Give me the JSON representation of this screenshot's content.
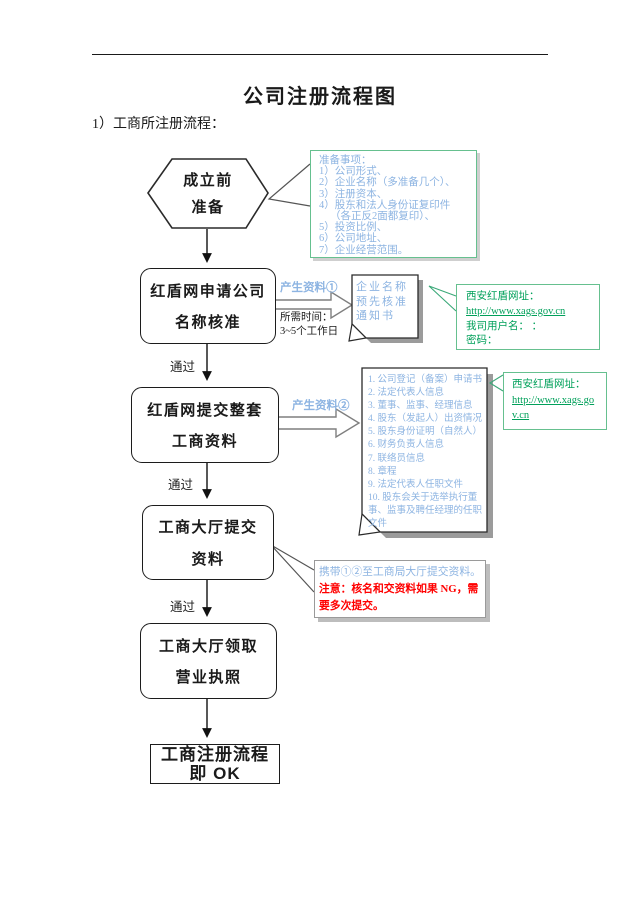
{
  "page": {
    "title": "公司注册流程图",
    "subtitle": "1）工商所注册流程："
  },
  "flow": {
    "prepare": {
      "line1": "成立前",
      "line2": "准备"
    },
    "name_check": {
      "line1": "红盾网申请公司",
      "line2": "名称核准"
    },
    "submit_online": {
      "line1": "红盾网提交整套",
      "line2": "工商资料"
    },
    "hall_submit": {
      "line1": "工商大厅提交",
      "line2": "资料"
    },
    "hall_license": {
      "line1": "工商大厅领取",
      "line2": "营业执照"
    },
    "done": {
      "line1": "工商注册流程",
      "line2": "即 OK"
    },
    "pass1": "通过",
    "pass2": "通过",
    "pass3": "通过"
  },
  "arrow1": {
    "label": "产生资料①",
    "time1": "所需时间：",
    "time2": "3~5个工作日"
  },
  "arrow2": {
    "label": "产生资料②"
  },
  "prepare_note": {
    "title": "准备事项：",
    "items": [
      "1）公司形式、",
      "2）企业名称（多准备几个）、",
      "3）注册资本、",
      "4）股东和法人身份证复印件",
      "（各正反2面都复印）、",
      "5）投资比例、",
      "6）公司地址、",
      "7）企业经营范围。"
    ]
  },
  "doc1": {
    "line1": "企业名称",
    "line2": "预先核准",
    "line3": "通知书"
  },
  "doc2": {
    "items": [
      "1. 公司登记（备案）申请书",
      "2. 法定代表人信息",
      "3. 董事、监事、经理信息",
      "4. 股东（发起人）出资情况",
      "5. 股东身份证明（自然人）",
      "6. 财务负责人信息",
      "7. 联络员信息",
      "8. 章程",
      "9. 法定代表人任职文件",
      "10. 股东会关于选举执行董事、监事及聘任经理的任职文件"
    ]
  },
  "site_note1": {
    "line1": "西安红盾网址：",
    "url": "http://www.xags.gov.cn",
    "line3": "我司用户名：  ：",
    "line4": "密码："
  },
  "site_note2": {
    "line1": "西安红盾网址：",
    "url_line1": "http://www.xags.go",
    "url_line2": "v.cn"
  },
  "hall_note": {
    "carry": "携带①②至工商局大厅提交资料。",
    "warning": "注意：核名和交资料如果 NG，需要多次提交。"
  },
  "colors": {
    "light_blue": "#8DB4E2",
    "green_text": "#00A05A",
    "green_border": "#66C08F",
    "red": "#FF0000"
  }
}
